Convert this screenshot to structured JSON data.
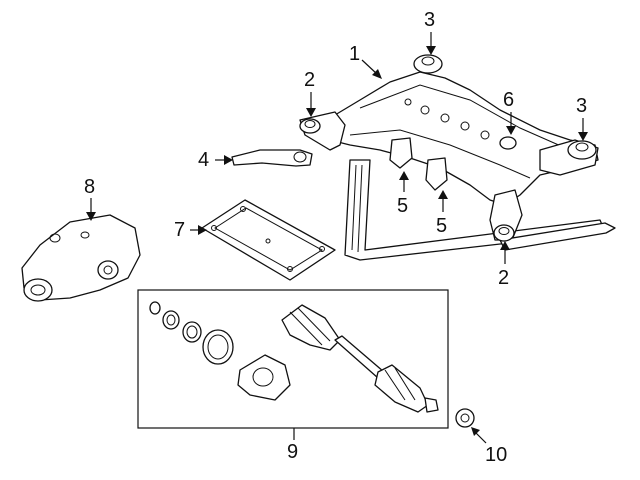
{
  "callouts": {
    "c1": "1",
    "c2_top": "2",
    "c2_bottom": "2",
    "c3_top": "3",
    "c3_right": "3",
    "c4": "4",
    "c5_left": "5",
    "c5_right": "5",
    "c6": "6",
    "c7": "7",
    "c8": "8",
    "c9": "9",
    "c10": "10"
  }
}
